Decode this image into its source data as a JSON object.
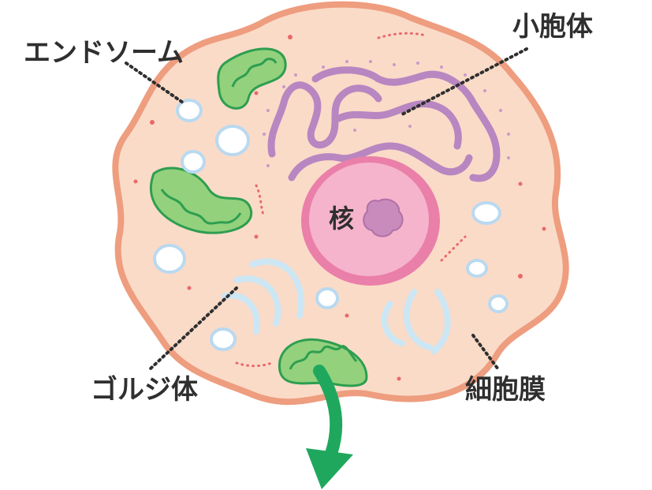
{
  "labels": {
    "endosome": "エンドソーム",
    "small_vesicle": "小胞体",
    "nucleus": "核",
    "golgi": "ゴルジ体",
    "cell_membrane": "細胞膜"
  },
  "colors": {
    "cytoplasm": "#fadbc8",
    "membrane": "#ee9d7f",
    "nucleus_outer": "#ea7fa9",
    "nucleus_inner": "#f5b4cb",
    "nucleolus": "#c98bbb",
    "er": "#b886c1",
    "mito_outer": "#93d17d",
    "mito_inner": "#2e9e50",
    "vesicle": "#b9d9f0",
    "golgi": "#cce6f4",
    "arrow": "#1fa85d",
    "text": "#2f2f2f"
  }
}
